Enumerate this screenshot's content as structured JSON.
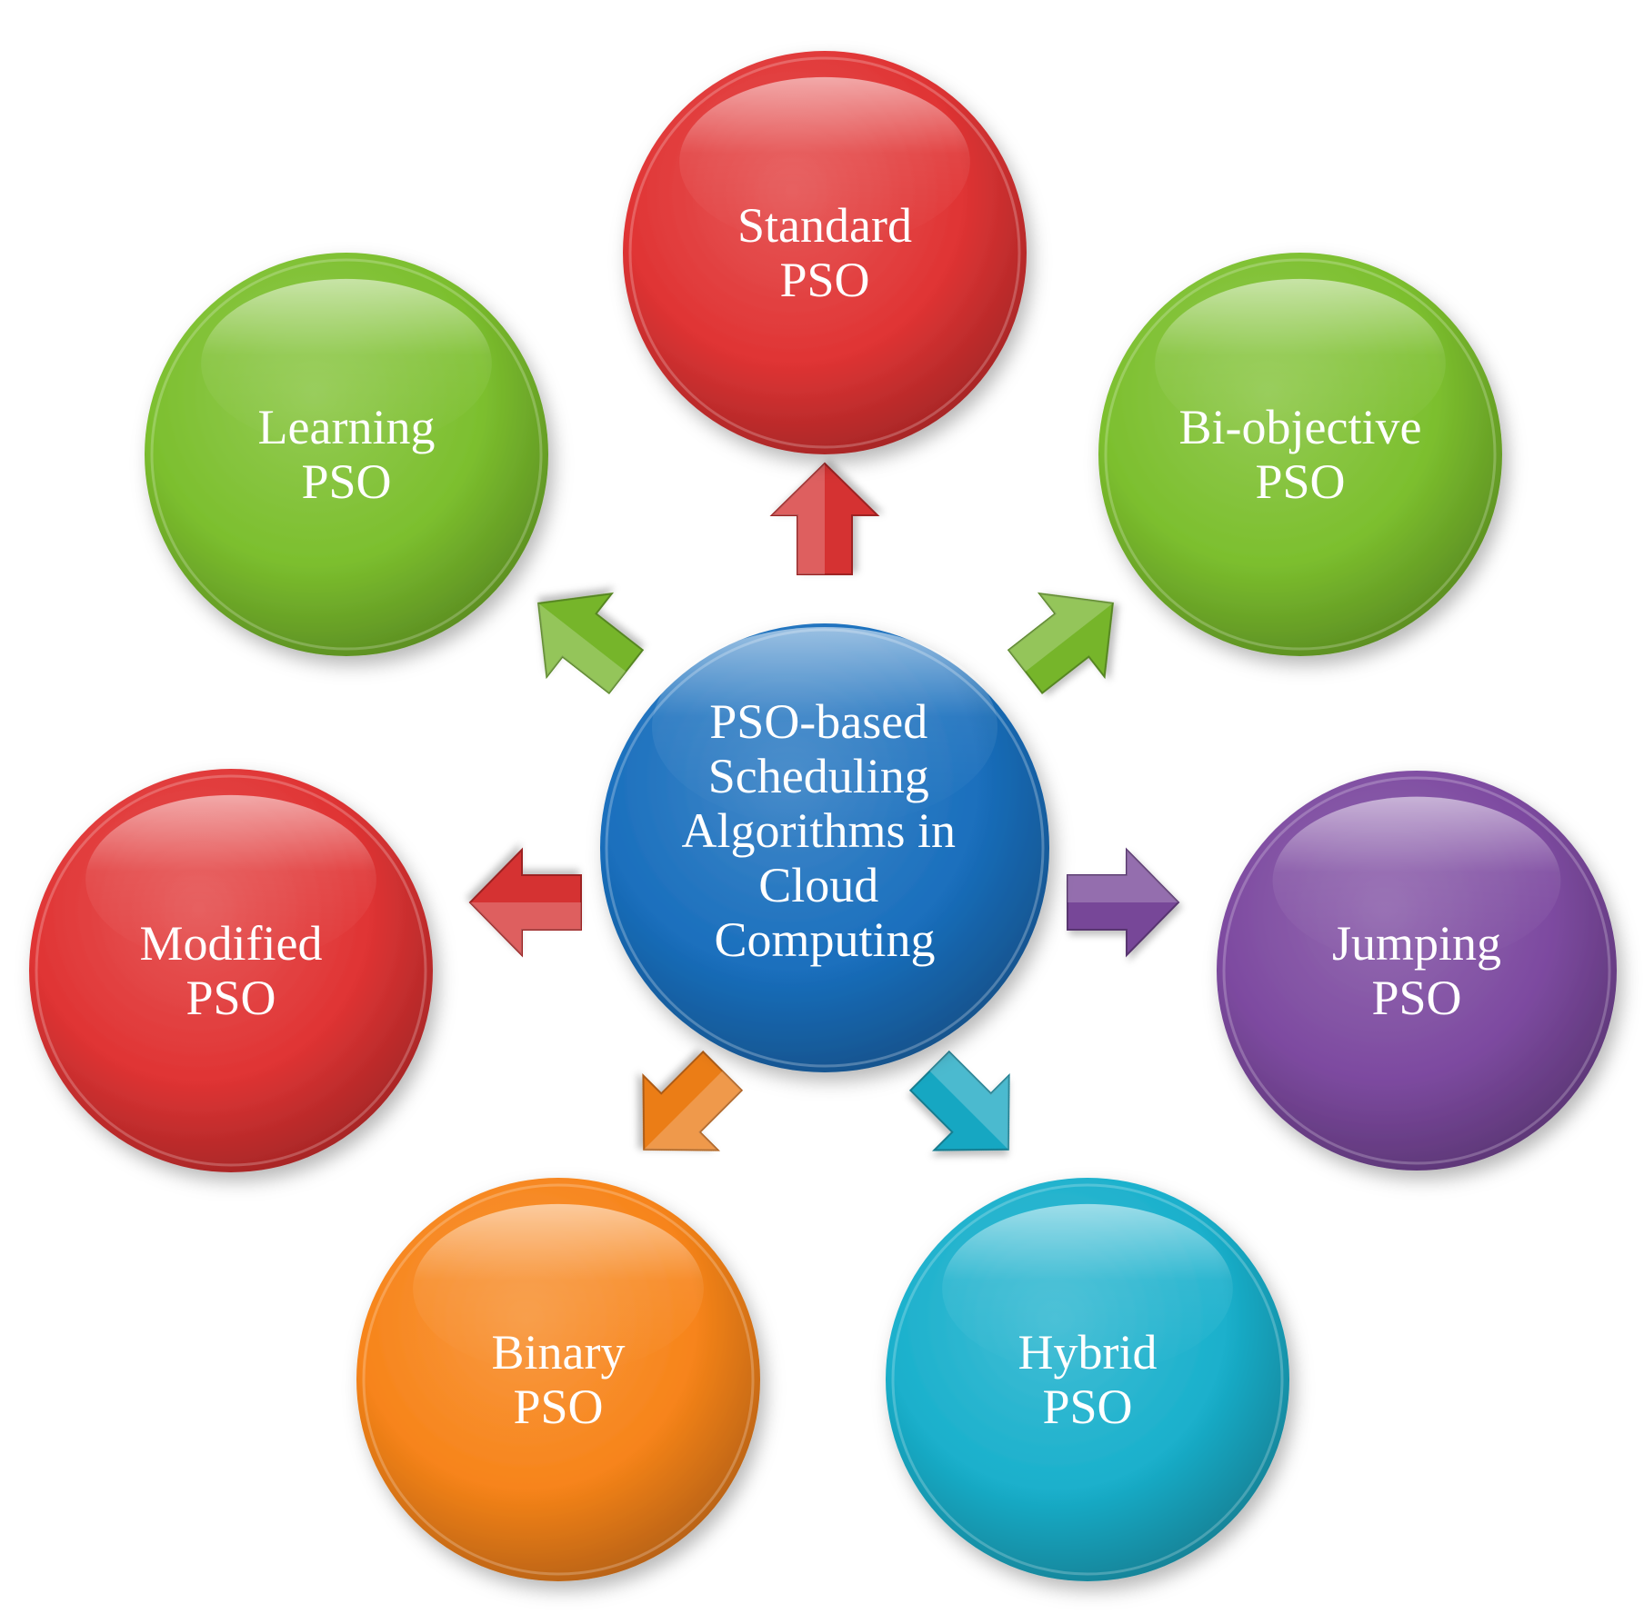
{
  "center": {
    "lines": [
      "PSO-based",
      "Scheduling",
      "Algorithms in",
      "Cloud",
      "Computing"
    ],
    "color": "#1a6fbd"
  },
  "nodes": [
    {
      "id": "standard",
      "lines": [
        "Standard",
        "PSO"
      ],
      "color": "#e03434"
    },
    {
      "id": "bi-objective",
      "lines": [
        "Bi-objective",
        "PSO"
      ],
      "color": "#7cbf2e"
    },
    {
      "id": "jumping",
      "lines": [
        "Jumping",
        "PSO"
      ],
      "color": "#7d4aa0"
    },
    {
      "id": "hybrid",
      "lines": [
        "Hybrid",
        "PSO"
      ],
      "color": "#1ab0cc"
    },
    {
      "id": "binary",
      "lines": [
        "Binary",
        "PSO"
      ],
      "color": "#f7841a"
    },
    {
      "id": "modified",
      "lines": [
        "Modified",
        "PSO"
      ],
      "color": "#e03434"
    },
    {
      "id": "learning",
      "lines": [
        "Learning",
        "PSO"
      ],
      "color": "#7cbf2e"
    }
  ]
}
